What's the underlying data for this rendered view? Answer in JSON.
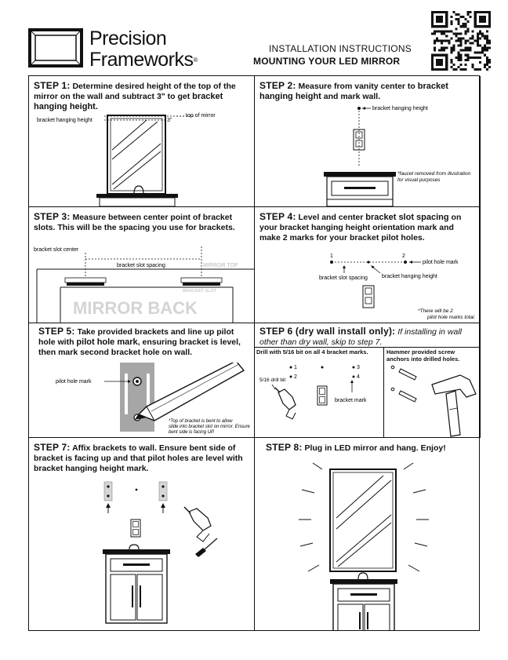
{
  "brand": {
    "line1": "Precision",
    "line2": "Frameworks",
    "reg": "®"
  },
  "header": {
    "title": "INSTALLATION INSTRUCTIONS",
    "subtitle": "MOUNTING YOUR LED MIRROR"
  },
  "step1": {
    "num": "STEP 1:",
    "text_a": "Determine desired height of the top of the mirror on the wall and subtract 3\" to get ",
    "text_b": "bracket hanging height.",
    "label_bracket": "bracket hanging height",
    "label_top": "top of mirror",
    "label_3": "3\""
  },
  "step2": {
    "num": "STEP 2:",
    "text_a": "Measure from vanity center to ",
    "text_b": "bracket hanging height",
    "text_c": " and mark wall.",
    "label": "bracket hanging height",
    "note": "*faucet removed from illustration for visual purposes"
  },
  "step3": {
    "num": "STEP 3:",
    "text": "Measure between center point of bracket slots. This will be the spacing you use for brackets.",
    "label_center": "bracket slot center",
    "label_spacing": "bracket slot spacing",
    "label_top": "MIRROR TOP",
    "label_slot": "BRACKET SLOT",
    "label_back": "MIRROR BACK"
  },
  "step4": {
    "num": "STEP 4:",
    "text_a": "Level and center ",
    "text_b": "bracket slot spacing",
    "text_c": " on your bracket hanging height orientation mark and make 2 marks for your bracket pilot holes.",
    "mark1": "1",
    "mark2": "2",
    "label_pilot": "pilot hole mark",
    "label_spacing": "bracket slot spacing",
    "label_height": "bracket hanging height",
    "note": "*There will be 2 pilot hole marks total."
  },
  "step5": {
    "num": "STEP 5:",
    "text_a": "Take provided brackets and line up pilot hole with ",
    "text_b": "pilot hole mark",
    "text_c": ", ensuring bracket is level, then mark second bracket hole on wall.",
    "label_pilot": "pilot hole mark",
    "note": "*Top of bracket is bent to allow slide into bracket slot on mirror. Ensure bent side is facing UP."
  },
  "step6": {
    "num": "STEP 6 (dry wall install only):",
    "text_i": " If installing in wall other than dry wall, skip to step 7.",
    "sub_a": "Drill with 5/16 bit on all 4 bracket marks.",
    "sub_b": "Hammer provided screw anchors into drilled holes.",
    "m1": "1",
    "m2": "2",
    "m3": "3",
    "m4": "4",
    "label_bit": "5/16 drill bit",
    "label_mark": "bracket mark"
  },
  "step7": {
    "num": "STEP 7:",
    "text": "Affix brackets to wall. Ensure bent side of bracket is facing up and that pilot holes are level with bracket hanging height mark."
  },
  "step8": {
    "num": "STEP 8:",
    "text": "Plug in LED mirror and hang. Enjoy!"
  }
}
